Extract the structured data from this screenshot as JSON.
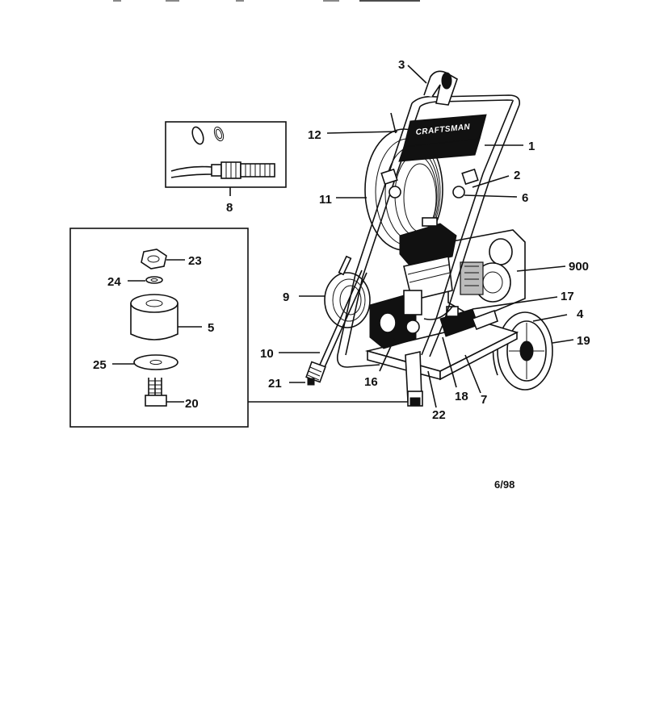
{
  "brand_plate": "CRAFTSMAN",
  "date_code": "6/98",
  "callouts": {
    "c1": "1",
    "c2": "2",
    "c3": "3",
    "c4": "4",
    "c5": "5",
    "c6": "6",
    "c7": "7",
    "c8": "8",
    "c9": "9",
    "c10": "10",
    "c11": "11",
    "c12": "12",
    "c16": "16",
    "c17": "17",
    "c18": "18",
    "c19": "19",
    "c20": "20",
    "c21": "21",
    "c22": "22",
    "c23": "23",
    "c24": "24",
    "c25": "25",
    "c900": "900"
  }
}
